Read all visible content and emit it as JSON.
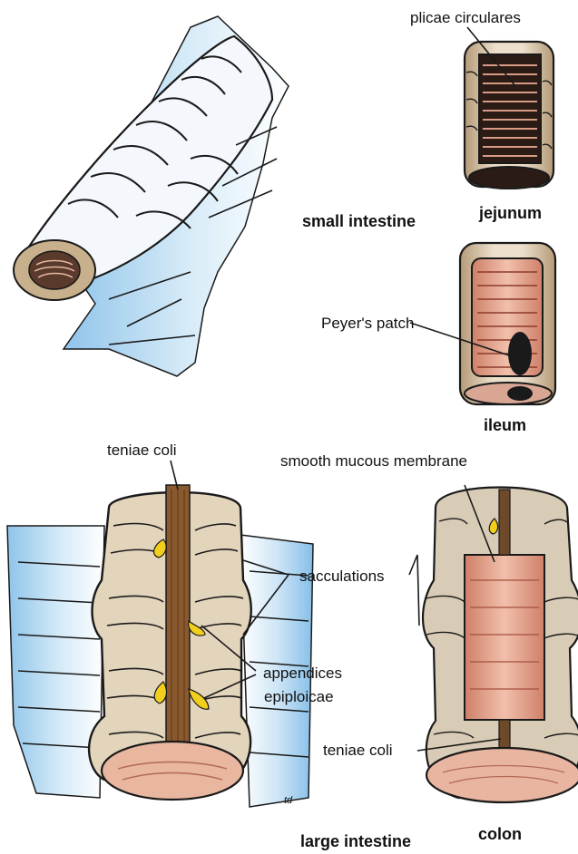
{
  "labels": {
    "plicae_circulares": "plicae circulares",
    "jejunum": "jejunum",
    "small_intestine": "small intestine",
    "peyers_patch": "Peyer's patch",
    "ileum": "ileum",
    "teniae_coli_top": "teniae coli",
    "smooth_mucous_membrane": "smooth mucous membrane",
    "sacculations": "sacculations",
    "appendices": "appendices",
    "epiploicae": "epiploicae",
    "teniae_coli_bottom": "teniae coli",
    "large_intestine": "large intestine",
    "colon": "colon"
  },
  "signature": "td",
  "colors": {
    "mesentery_blue": "#a9d3ef",
    "tube_tan": "#e6d6bf",
    "tube_shadow": "#b59a78",
    "mucosa_pink": "#e7a58f",
    "mucosa_dark": "#b9604c",
    "appendix_yellow": "#f2cf1d",
    "outline": "#1a1a1a"
  }
}
